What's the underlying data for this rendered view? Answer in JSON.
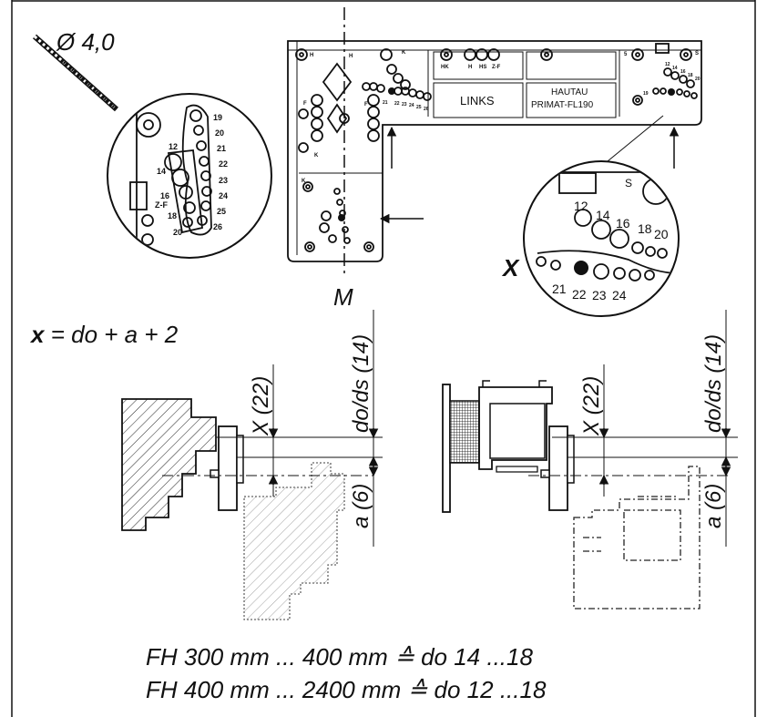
{
  "drill_label": "Ø 4,0",
  "plate_labels": {
    "H_left": "H",
    "H_top": "H",
    "K_top": "K",
    "HK": "HK",
    "H": "H",
    "HS": "HS",
    "ZF": "Z-F",
    "five": "5",
    "S": "S",
    "F_left": "F",
    "F_right": "F",
    "K_left": "K",
    "K_lower": "K",
    "links": "LINKS",
    "hautau": "HAUTAU",
    "primat": "PRIMAT-FL190"
  },
  "hole_numbers_top": [
    "12",
    "14",
    "16",
    "18",
    "20"
  ],
  "hole_numbers_bottom": [
    "19",
    "21",
    "22",
    "23",
    "24",
    "25",
    "26"
  ],
  "left_zoom": {
    "numbers_right": [
      "19",
      "20",
      "21",
      "22",
      "23",
      "24",
      "25",
      "26"
    ],
    "numbers_left": [
      "12",
      "14",
      "16",
      "18",
      "20"
    ],
    "zf": "Z-F"
  },
  "right_zoom": {
    "top": [
      "12",
      "14",
      "16",
      "18",
      "20"
    ],
    "bottom": [
      "21",
      "22",
      "23",
      "24"
    ],
    "s": "S",
    "x_mark": "X"
  },
  "M_label": "M",
  "formula": {
    "x": "x",
    "rest": "= do + a + 2"
  },
  "dims": {
    "x22": "X (22)",
    "dods14": "do/ds (14)",
    "a6": "a (6)"
  },
  "footer": {
    "line1": "FH 300 mm ...   400 mm ≙ do 14 ...18",
    "line2": "FH 400 mm ... 2400 mm ≙ do 12 ...18"
  }
}
